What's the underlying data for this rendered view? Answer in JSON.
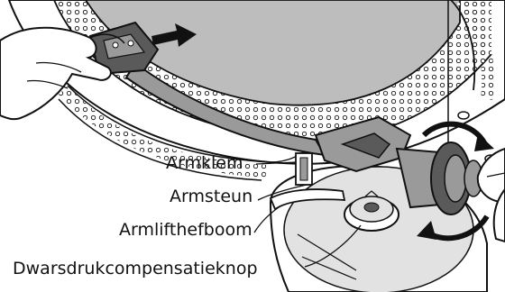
{
  "labels": {
    "arm_clamp": "Armklem",
    "arm_rest": "Armsteun",
    "arm_lift_lever": "Armlifthefboom",
    "anti_skating_knob": "Dwarsdrukcompensatieknop"
  },
  "colors": {
    "line": "#111111",
    "platter_gray": "#bdbdbd",
    "arm_gray": "#9a9a9a",
    "dark_gray": "#5a5a5a",
    "light_gray": "#e2e2e2"
  },
  "icons": {
    "direction_arrow": "arrow-right-icon",
    "rotation_arrows": "rotate-icon"
  }
}
